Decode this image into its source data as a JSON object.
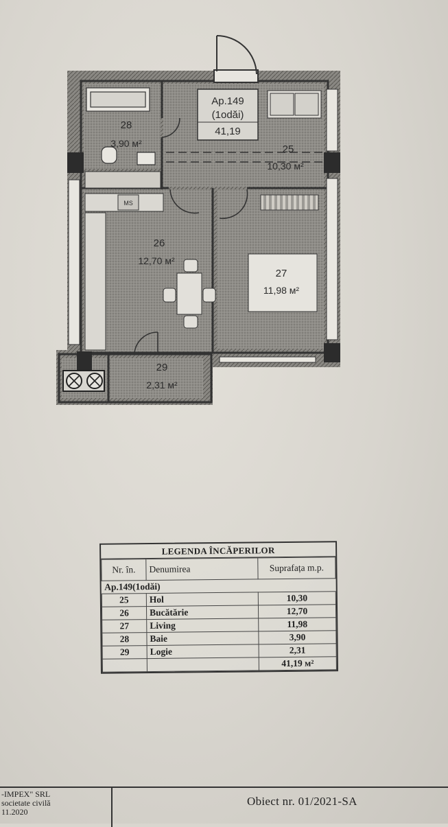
{
  "plan": {
    "apartment_label": [
      "Ap.149",
      "(1odăi)",
      "41,19"
    ],
    "rooms": [
      {
        "number": "28",
        "area": "3,90 м²"
      },
      {
        "number": "25",
        "area": "10,30 м²"
      },
      {
        "number": "26",
        "area": "12,70 м²"
      },
      {
        "number": "27",
        "area": "11,98 м²"
      },
      {
        "number": "29",
        "area": "2,31 м²"
      }
    ],
    "fixture_label": "MS"
  },
  "legend": {
    "title": "LEGENDA ÎNCĂPERILOR",
    "headers": {
      "nr": "Nr. în.",
      "name": "Denumirea",
      "area": "Suprafața m.p."
    },
    "apartment": "Ap.149(1odăi)",
    "rows": [
      {
        "nr": "25",
        "name": "Hol",
        "area": "10,30"
      },
      {
        "nr": "26",
        "name": "Bucătărie",
        "area": "12,70"
      },
      {
        "nr": "27",
        "name": "Living",
        "area": "11,98"
      },
      {
        "nr": "28",
        "name": "Baie",
        "area": "3,90"
      },
      {
        "nr": "29",
        "name": "Logie",
        "area": "2,31"
      }
    ],
    "total": "41,19 м²"
  },
  "footer": {
    "company_lines": [
      "-IMPEX\" SRL",
      "societate civilă",
      "11.2020"
    ],
    "object": "Obiect nr. 01/2021-SA"
  }
}
